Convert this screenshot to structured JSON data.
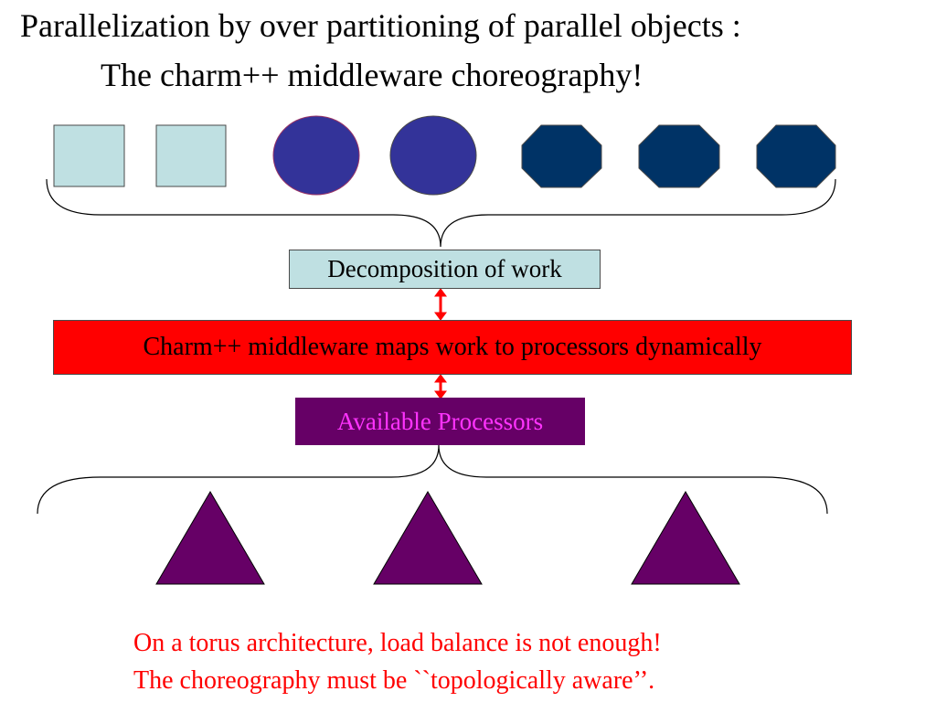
{
  "title": {
    "line1": "Parallelization by over partitioning of parallel objects :",
    "line2": "The charm++ middleware choreography!"
  },
  "boxes": {
    "decomposition": "Decomposition of work",
    "middleware": "Charm++ middleware maps work to processors dynamically",
    "processors": "Available Processors"
  },
  "note": {
    "line1": "On a torus architecture, load balance is not enough!",
    "line2": "The choreography must be ``topologically aware’’."
  },
  "colors": {
    "square_fill": "#bfe0e2",
    "circle_fill": "#333399",
    "octagon_fill": "#003366",
    "triangle_fill": "#660066",
    "middleware_fill": "#ff0000",
    "processors_fill": "#660066",
    "processors_text": "#ff33ff",
    "note_text": "#ff0000",
    "arrow": "#ff0000"
  },
  "objects": {
    "squares": 2,
    "circles": 2,
    "octagons": 3
  },
  "processors": {
    "triangles": 3
  }
}
